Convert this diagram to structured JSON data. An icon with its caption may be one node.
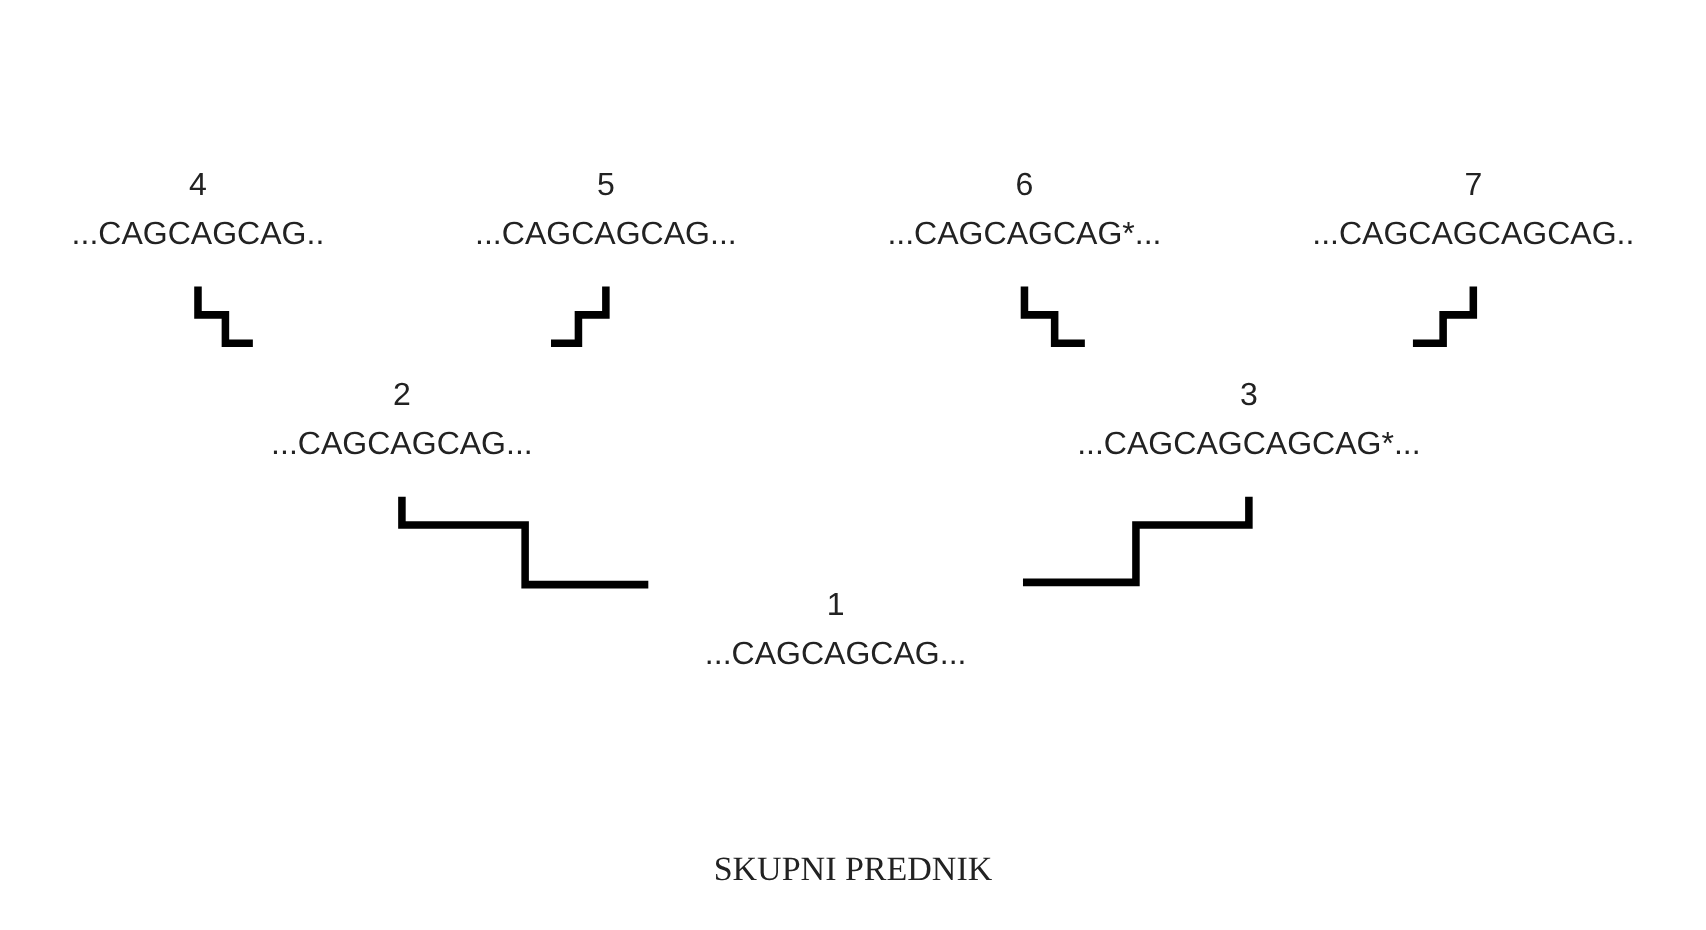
{
  "diagram": {
    "caption": "SKUPNI PREDNIK",
    "nodes": [
      {
        "text": [
          "4"
        ],
        "beside": [
          "...CAGCAGCAG.."
        ]
      },
      {
        "text": [
          "5"
        ],
        "beside": [
          "...CAGCAGCAG..."
        ]
      },
      {
        "text": [
          "6"
        ],
        "beside": [
          "...CAGCAGCAG*..."
        ]
      },
      {
        "text": [
          "7"
        ],
        "beside": [
          "...CAGCAGCAGCAG.."
        ]
      },
      {
        "text": [
          "2"
        ],
        "beside": [
          "...CAGCAGCAG..."
        ]
      },
      {
        "text": [
          "3"
        ],
        "beside": [
          "...CAGCAGCAGCAG*..."
        ]
      },
      {
        "text": [
          "1"
        ],
        "beside": [
          "...CAGCAGCAG..."
        ]
      }
    ],
    "edges": [
      {
        "from": 6,
        "to": 4,
        "arrow": "none"
      },
      {
        "from": 6,
        "to": 5,
        "arrow": "none"
      },
      {
        "from": 4,
        "to": 0,
        "arrow": "none"
      },
      {
        "from": 4,
        "to": 1,
        "arrow": "none"
      },
      {
        "from": 5,
        "to": 2,
        "arrow": "none"
      },
      {
        "from": 5,
        "to": 3,
        "arrow": "none"
      }
    ]
  }
}
